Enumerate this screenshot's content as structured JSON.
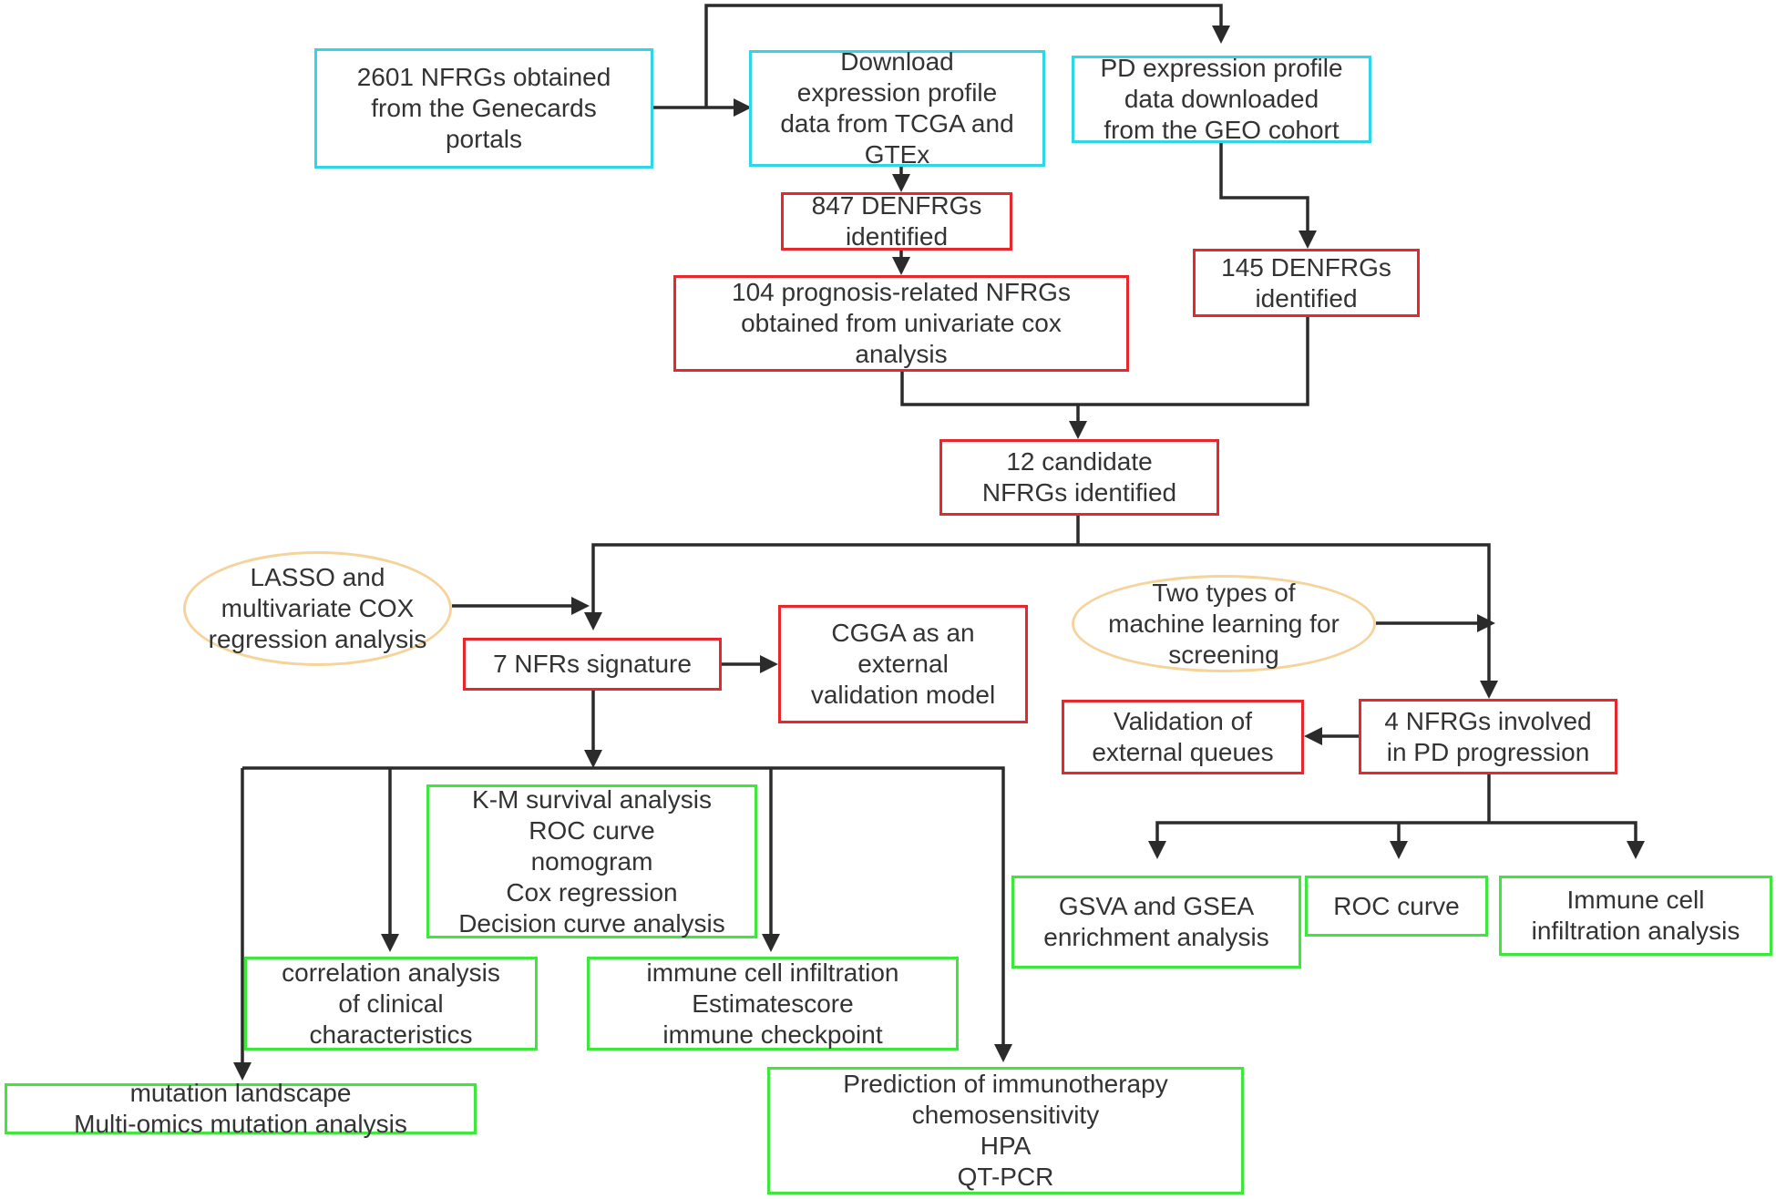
{
  "nodes": {
    "nfrgs_genecards": "2601 NFRGs obtained\nfrom the Genecards\nportals",
    "download_tcga": "Download\nexpression profile\ndata from TCGA and\nGTEx",
    "pd_geo": "PD expression profile\ndata downloaded\nfrom the GEO cohort",
    "denfrgs_847": "847 DENFRGs\nidentified",
    "prognosis_104": "104 prognosis-related NFRGs\nobtained from  univariate cox\nanalysis",
    "denfrgs_145": "145 DENFRGs\nidentified",
    "candidate_12": "12 candidate\nNFRGs identified",
    "lasso_cox": "LASSO and\nmultivariate COX\nregression analysis",
    "nfrs_signature_7": "7 NFRs signature",
    "cgga_validation": "CGGA as an\nexternal\nvalidation model",
    "machine_learning": "Two types of\nmachine learning for\nscreening",
    "validation_queues": "Validation of\nexternal queues",
    "nfrgs_pd_4": "4 NFRGs involved\nin PD progression",
    "km_survival": "K-M survival analysis\nROC curve\nnomogram\nCox regression\nDecision curve analysis",
    "correlation_clinical": "correlation analysis\nof clinical\ncharacteristics",
    "immune_infiltration": "immune cell infiltration\nEstimatescore\nimmune checkpoint",
    "mutation_landscape": "mutation landscape\nMulti-omics mutation analysis",
    "immunotherapy_prediction": "Prediction of immunotherapy\nchemosensitivity\nHPA\nQT-PCR",
    "gsva_gsea": "GSVA and GSEA\nenrichment analysis",
    "roc_curve": "ROC curve",
    "immune_cell_analysis": "Immune cell\ninfiltration analysis"
  },
  "colors": {
    "source_border": "#2fd6e8",
    "result_border": "#e8262b",
    "analysis_border": "#3ee83a",
    "method_oval_border": "#f5d39b",
    "arrow": "#2b2b2b"
  }
}
